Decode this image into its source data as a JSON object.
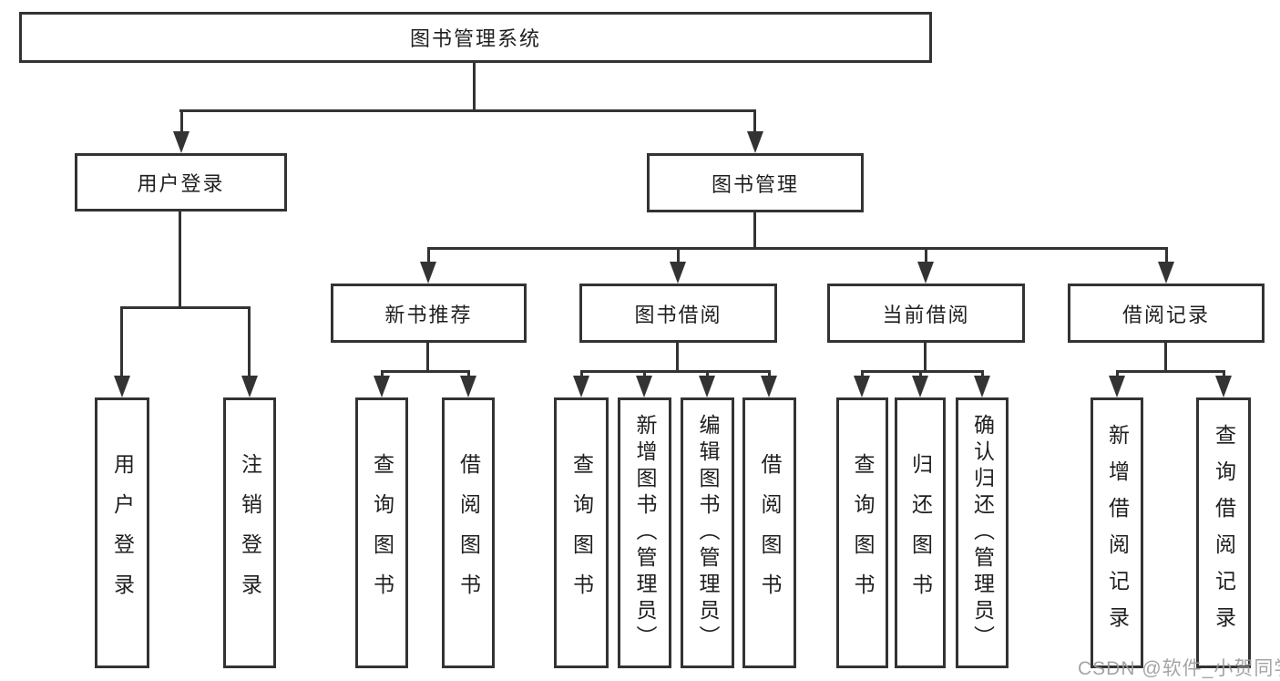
{
  "root": {
    "label": "图书管理系统"
  },
  "level2": [
    "用户登录",
    "图书管理"
  ],
  "level3": [
    "新书推荐",
    "图书借阅",
    "当前借阅",
    "借阅记录"
  ],
  "leaves": {
    "user_login_group": [
      "用户登录",
      "注销登录"
    ],
    "new_rec_group": [
      "查询图书",
      "借阅图书"
    ],
    "borrow_group": [
      "查询图书",
      "新增图书（管理员）",
      "编辑图书（管理员）",
      "借阅图书"
    ],
    "current_group": [
      "查询图书",
      "归还图书",
      "确认归还（管理员）"
    ],
    "records_group": [
      "新增借阅记录",
      "查询借阅记录"
    ]
  },
  "watermark": "CSDN @软件_小贺同学",
  "colors": {
    "line": "#333333",
    "text": "#1f1f1f",
    "watermark": "#9b9b9b",
    "box_bg": "#ffffff"
  }
}
